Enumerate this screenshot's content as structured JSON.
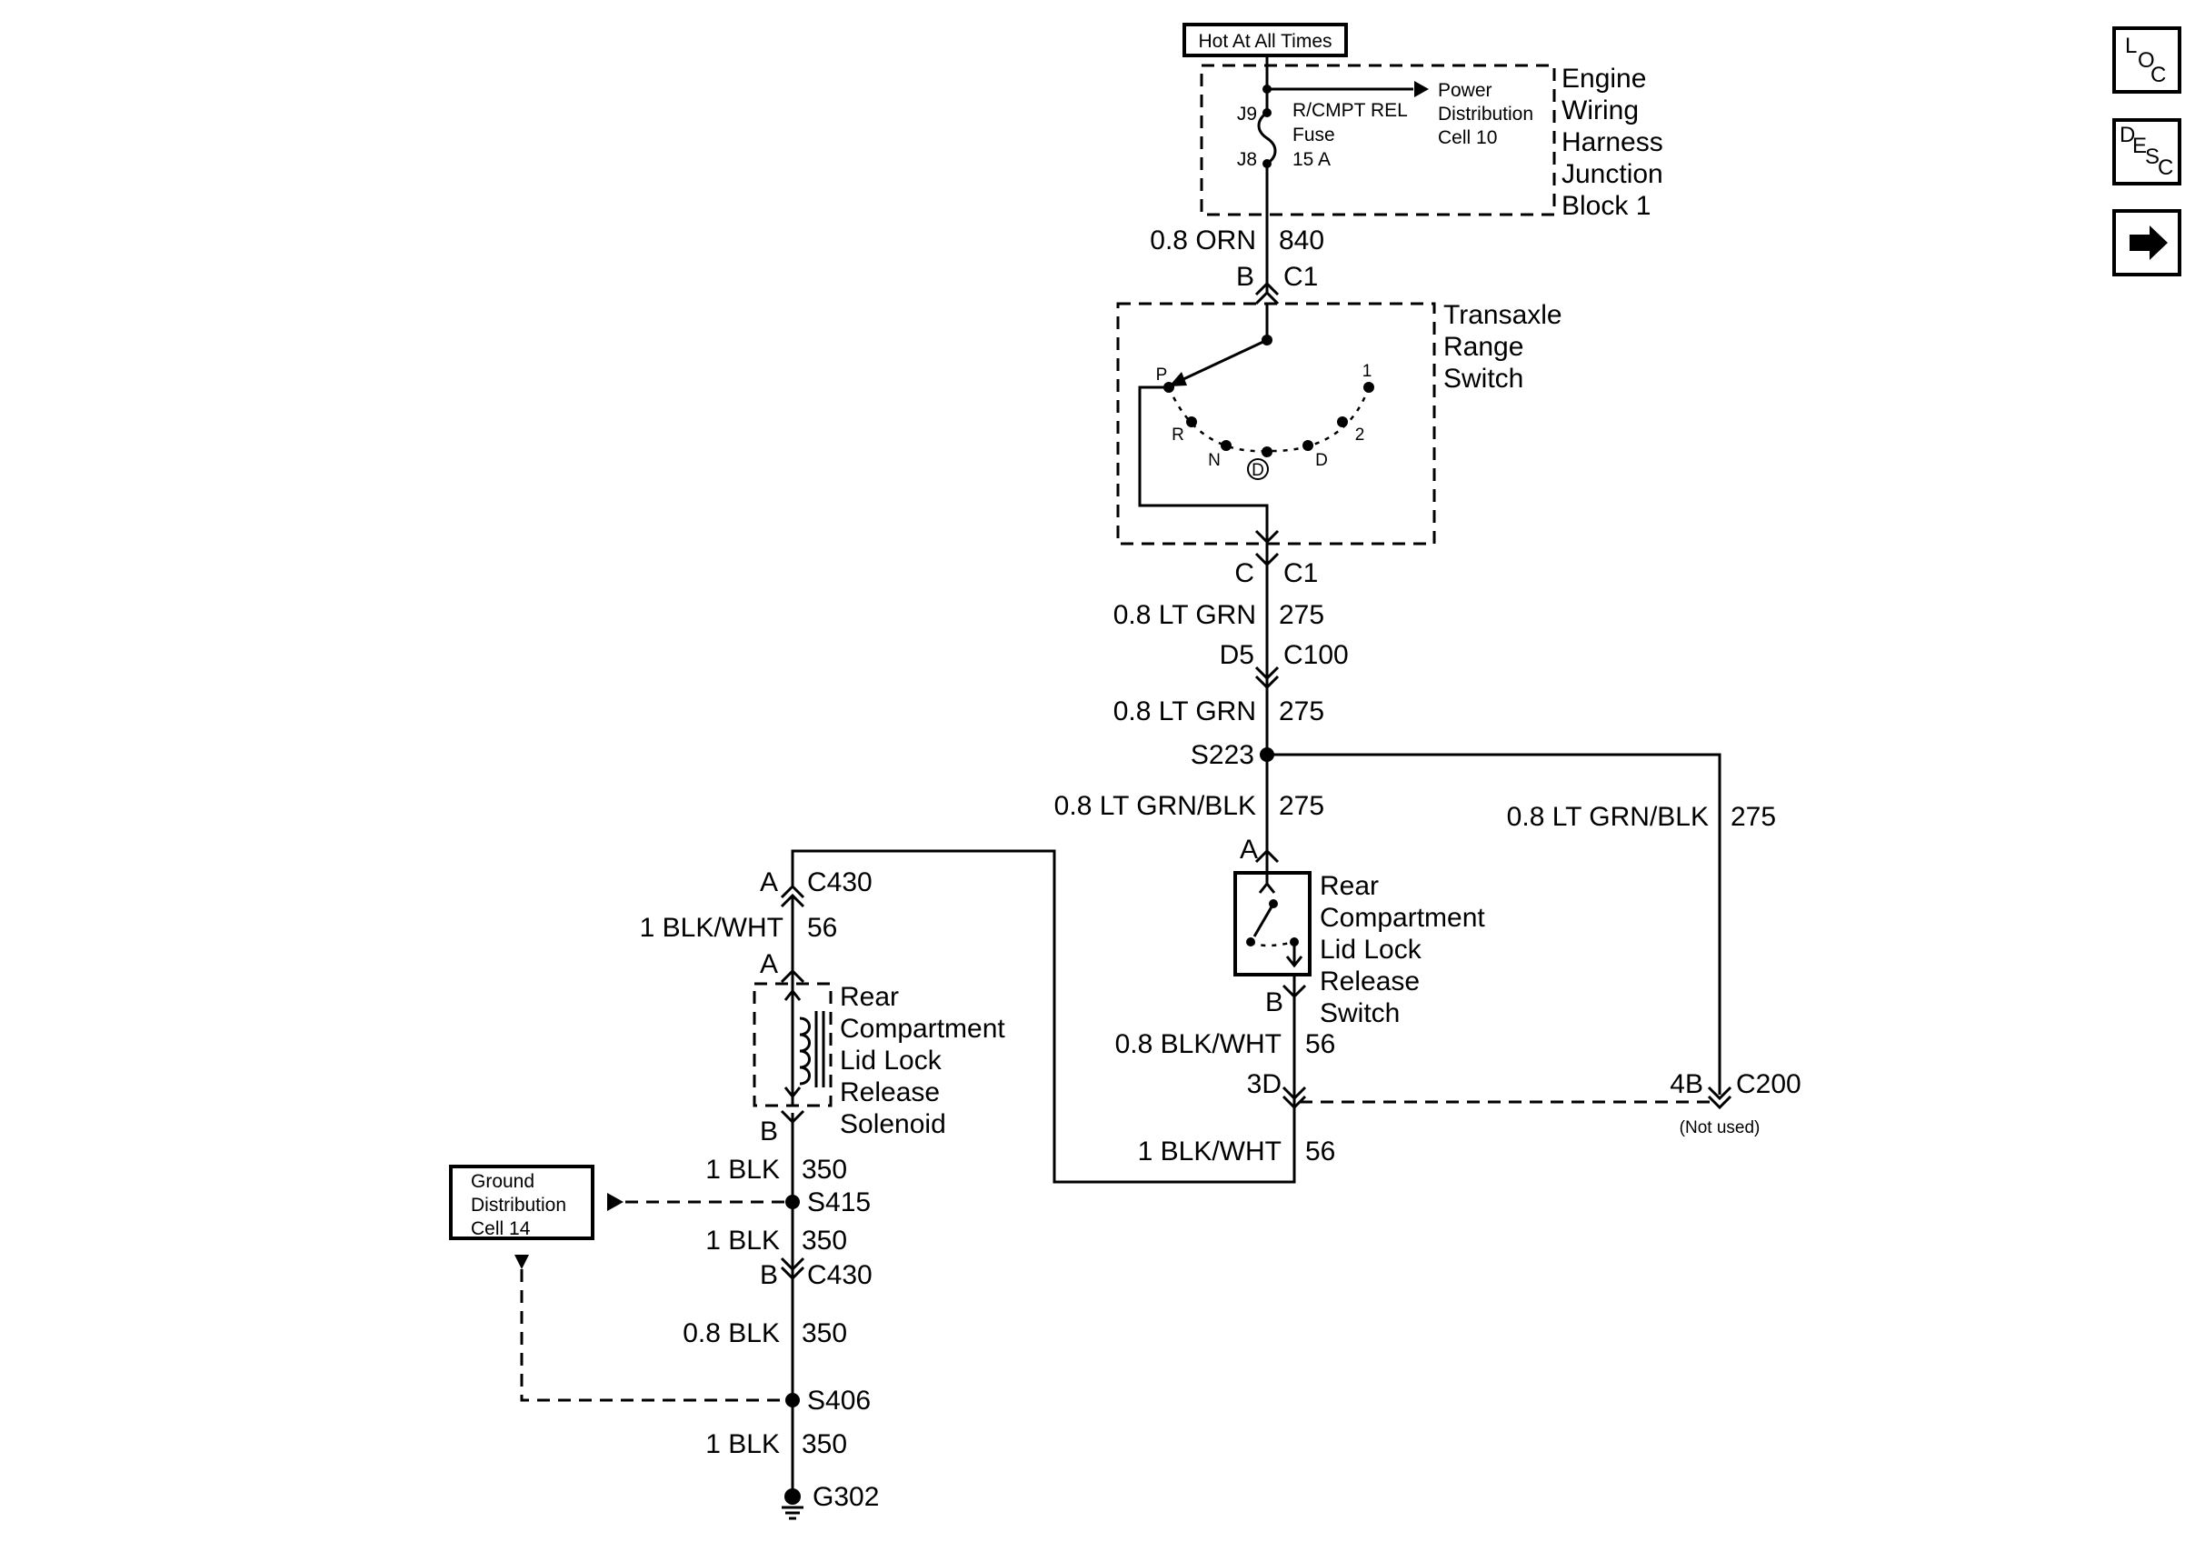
{
  "power": {
    "hot_label": "Hot At All Times",
    "ewhjb_name": [
      "Engine",
      "Wiring",
      "Harness",
      "Junction",
      "Block 1"
    ],
    "fuse_name": [
      "R/CMPT REL",
      "Fuse",
      "15 A"
    ],
    "pin_top": "J9",
    "pin_bottom": "J8",
    "power_dist": [
      "Power",
      "Distribution",
      "Cell 10"
    ]
  },
  "wires": {
    "w_840_gauge": "0.8 ORN",
    "w_840_circuit": "840",
    "conn_b_pin": "B",
    "conn_b_name": "C1",
    "conn_c_pin": "C",
    "conn_c_name": "C1",
    "w_275a_gauge": "0.8 LT GRN",
    "w_275a_circuit": "275",
    "conn_d5_pin": "D5",
    "conn_d5_name": "C100",
    "w_275b_gauge": "0.8 LT GRN",
    "w_275b_circuit": "275",
    "splice_s223": "S223",
    "w_275c_gauge": "0.8 LT GRN/BLK",
    "w_275c_circuit": "275",
    "w_275d_gauge": "0.8 LT GRN/BLK",
    "w_275d_circuit": "275",
    "sw_pin_a": "A",
    "sw_pin_b": "B",
    "w_56a_gauge": "0.8 BLK/WHT",
    "w_56a_circuit": "56",
    "c200_pin_3d": "3D",
    "c200_pin_4b": "4B",
    "c200_name": "C200",
    "not_used": "(Not used)",
    "w_56b_gauge": "1 BLK/WHT",
    "w_56b_circuit": "56",
    "c430_pin_a": "A",
    "c430_name_a": "C430",
    "w_56c_gauge": "1 BLK/WHT",
    "w_56c_circuit": "56",
    "sol_pin_a": "A",
    "sol_pin_b": "B",
    "w_350a_gauge": "1 BLK",
    "w_350a_circuit": "350",
    "splice_s415": "S415",
    "w_350b_gauge": "1 BLK",
    "w_350b_circuit": "350",
    "c430_pin_b": "B",
    "c430_name_b": "C430",
    "w_350c_gauge": "0.8 BLK",
    "w_350c_circuit": "350",
    "splice_s406": "S406",
    "w_350d_gauge": "1 BLK",
    "w_350d_circuit": "350",
    "ground": "G302"
  },
  "components": {
    "trs_name": [
      "Transaxle",
      "Range",
      "Switch"
    ],
    "trs_positions": {
      "p": "P",
      "r": "R",
      "n": "N",
      "d_circ": "D",
      "d": "D",
      "two": "2",
      "one": "1"
    },
    "switch_name": [
      "Rear",
      "Compartment",
      "Lid Lock",
      "Release",
      "Switch"
    ],
    "solenoid_name": [
      "Rear",
      "Compartment",
      "Lid Lock",
      "Release",
      "Solenoid"
    ],
    "ground_dist": [
      "Ground",
      "Distribution",
      "Cell 14"
    ]
  },
  "nav": {
    "loc": [
      "L",
      "O",
      "C"
    ],
    "desc": [
      "D",
      "E",
      "S",
      "C"
    ],
    "icons": {
      "loc": "location-view-icon",
      "desc": "description-view-icon",
      "next": "arrow-right-icon"
    }
  }
}
